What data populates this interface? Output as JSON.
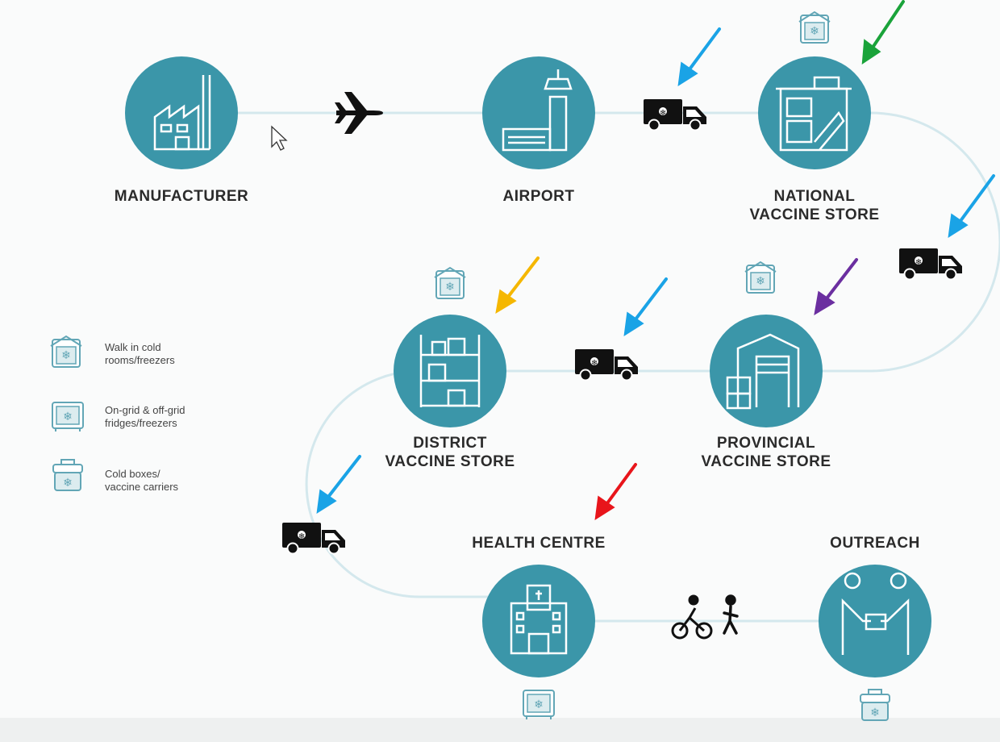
{
  "nodes": {
    "manufacturer": "MANUFACTURER",
    "airport": "AIRPORT",
    "national": [
      "NATIONAL",
      "VACCINE STORE"
    ],
    "provincial": [
      "PROVINCIAL",
      "VACCINE STORE"
    ],
    "district": [
      "DISTRICT",
      "VACCINE STORE"
    ],
    "health_centre": "HEALTH CENTRE",
    "outreach": "OUTREACH"
  },
  "legend": [
    {
      "icon": "walk-in-cold-room-icon",
      "line1": "Walk in cold",
      "line2": "rooms/freezers"
    },
    {
      "icon": "fridge-freezer-icon",
      "line1": "On-grid & off-grid",
      "line2": "fridges/freezers"
    },
    {
      "icon": "cold-box-icon",
      "line1": "Cold boxes/",
      "line2": "vaccine carriers"
    }
  ],
  "colors": {
    "node_fill": "#3b96a9",
    "path_line": "#cfe6ec",
    "icon_outline": "#62a6b6",
    "arrow_blue": "#1aa3e6",
    "arrow_green": "#1aa33a",
    "arrow_yellow": "#f5b700",
    "arrow_purple": "#6b2fa0",
    "arrow_red": "#e8151b"
  }
}
